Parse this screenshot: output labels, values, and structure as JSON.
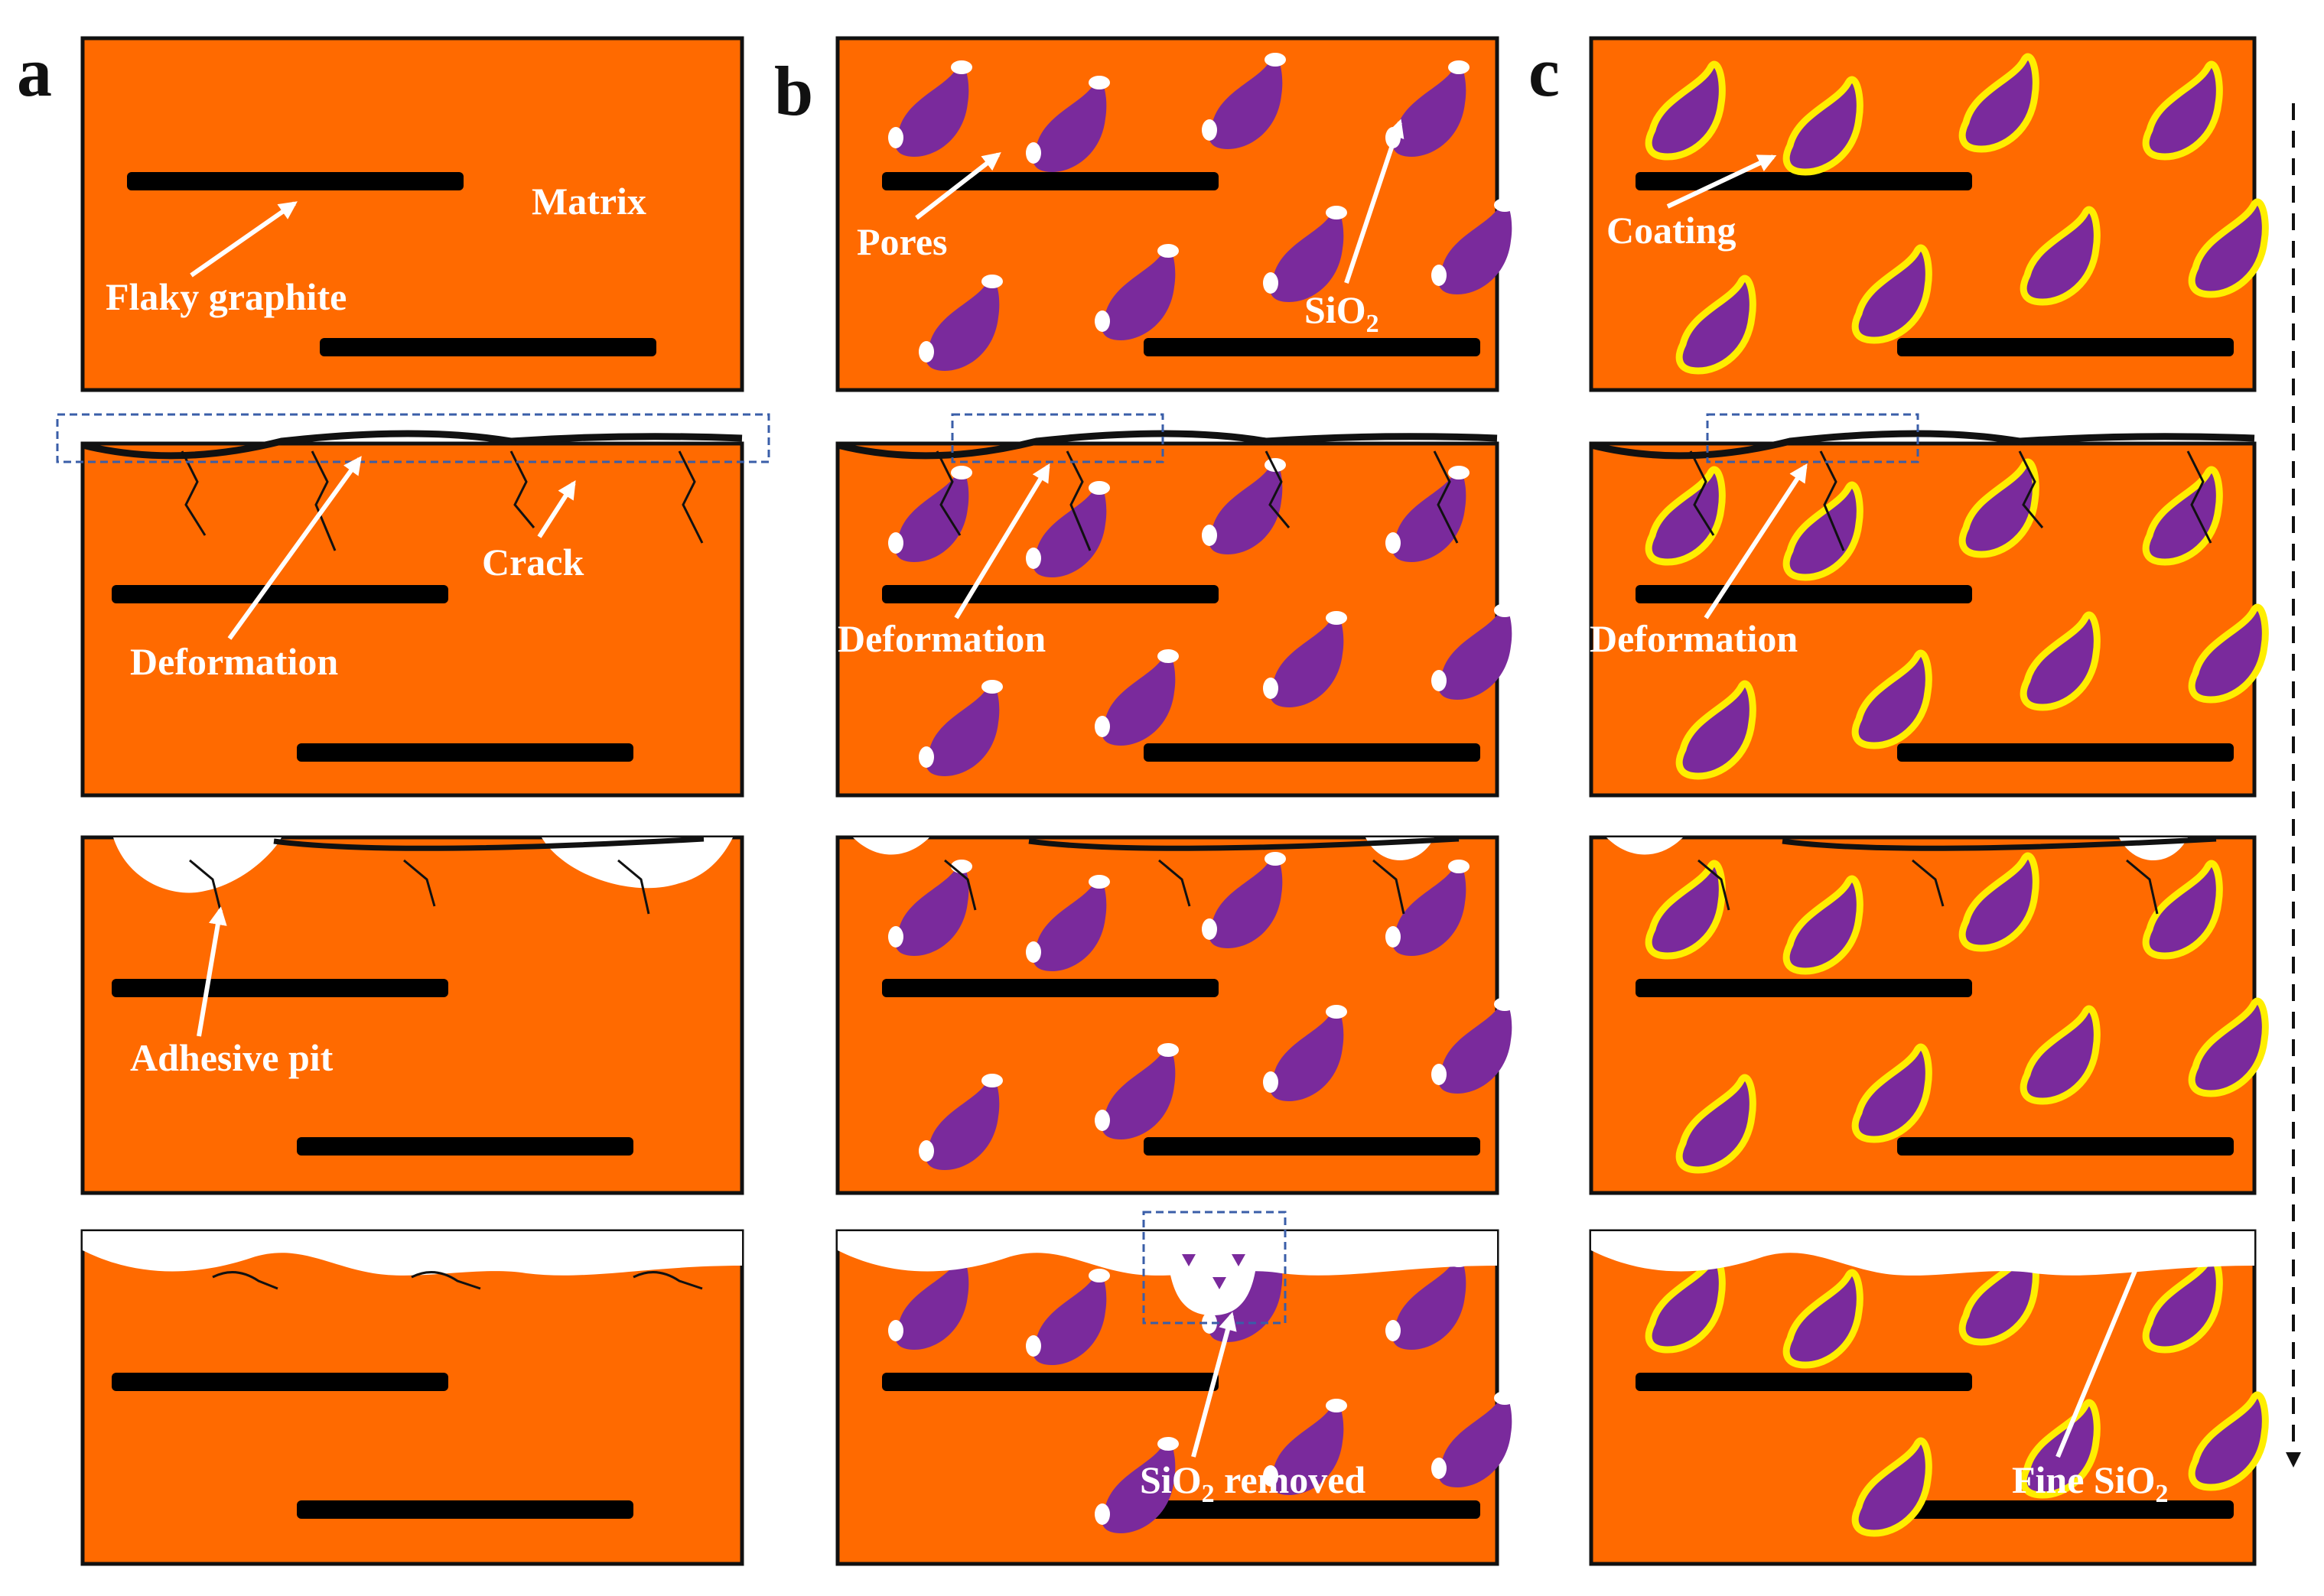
{
  "panel_letters": [
    "a",
    "b",
    "c"
  ],
  "labels": {
    "matrix": "Matrix",
    "flaky_graphite": "Flaky graphite",
    "crack": "Crack",
    "deformation": "Deformation",
    "adhesive_pit": "Adhesive pit",
    "pores": "Pores",
    "sio2": "SiO",
    "sio2_sub": "2",
    "deformation_b": "Deformation",
    "sio2_removed": "SiO",
    "sio2_removed_sub": "2",
    "sio2_removed_suffix": " removed",
    "coating": "Coating",
    "deformation_c": "Deformation",
    "fine_sio2": "Fine SiO",
    "fine_sio2_sub": "2"
  },
  "colors": {
    "matrix": "#ff6a00",
    "graphite": "#000000",
    "particle": "#7a2a9c",
    "coating": "#ffee00",
    "pore": "#ffffff",
    "label": "#ffffff",
    "letter": "#111111"
  },
  "icons": {
    "time_arrow": "dashed-down-arrow-icon"
  }
}
